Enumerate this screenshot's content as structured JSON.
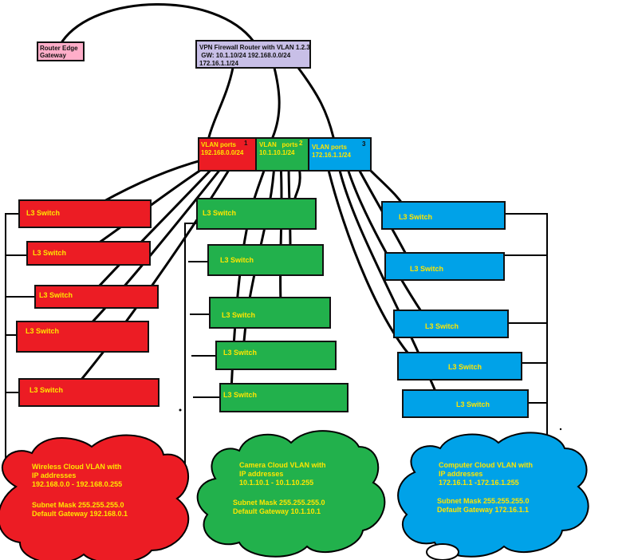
{
  "colors": {
    "red": "#ec1c24",
    "green": "#22b14c",
    "blue": "#00a2e8",
    "router_edge": "#ffaec9",
    "vpn_router": "#c8bfe7",
    "label_yellow": "#ffe600"
  },
  "router_edge": {
    "line1": "Router Edge",
    "line2": "Gateway"
  },
  "vpn_router": {
    "line1": "VPN Firewall Router with VLAN 1.2.3",
    "line2": " GW: 10.1.10/24 192.168.0.0/24",
    "line3": "172.16.1.1/24"
  },
  "vlan_ports": [
    {
      "label": "VLAN ports",
      "subnet": "192.168.0.0/24",
      "number": "1"
    },
    {
      "label": "VLAN   ports",
      "subnet": "10.1.10.1/24",
      "number": "2"
    },
    {
      "label": "VLAN ports",
      "subnet": "172.16.1.1/24",
      "number": "3"
    }
  ],
  "switch_label": "L3 Switch",
  "clouds": [
    {
      "title1": "Wireless Cloud VLAN with",
      "title2": "IP addresses",
      "range": "192.168.0.0 - 192.168.0.255",
      "mask": "Subnet Mask 255.255.255.0",
      "gateway": "Default Gateway 192.168.0.1"
    },
    {
      "title1": "Camera Cloud VLAN with",
      "title2": "IP addresses",
      "range": "10.1.10.1 - 10.1.10.255",
      "mask": "Subnet Mask 255.255.255.0",
      "gateway": "Default Gateway 10.1.10.1"
    },
    {
      "title1": "Computer Cloud VLAN with",
      "title2": "IP addresses",
      "range": "172.16.1.1 -172.16.1.255",
      "mask": "Subnet Mask 255.255.255.0",
      "gateway": "Default Gateway 172.16.1.1"
    }
  ]
}
